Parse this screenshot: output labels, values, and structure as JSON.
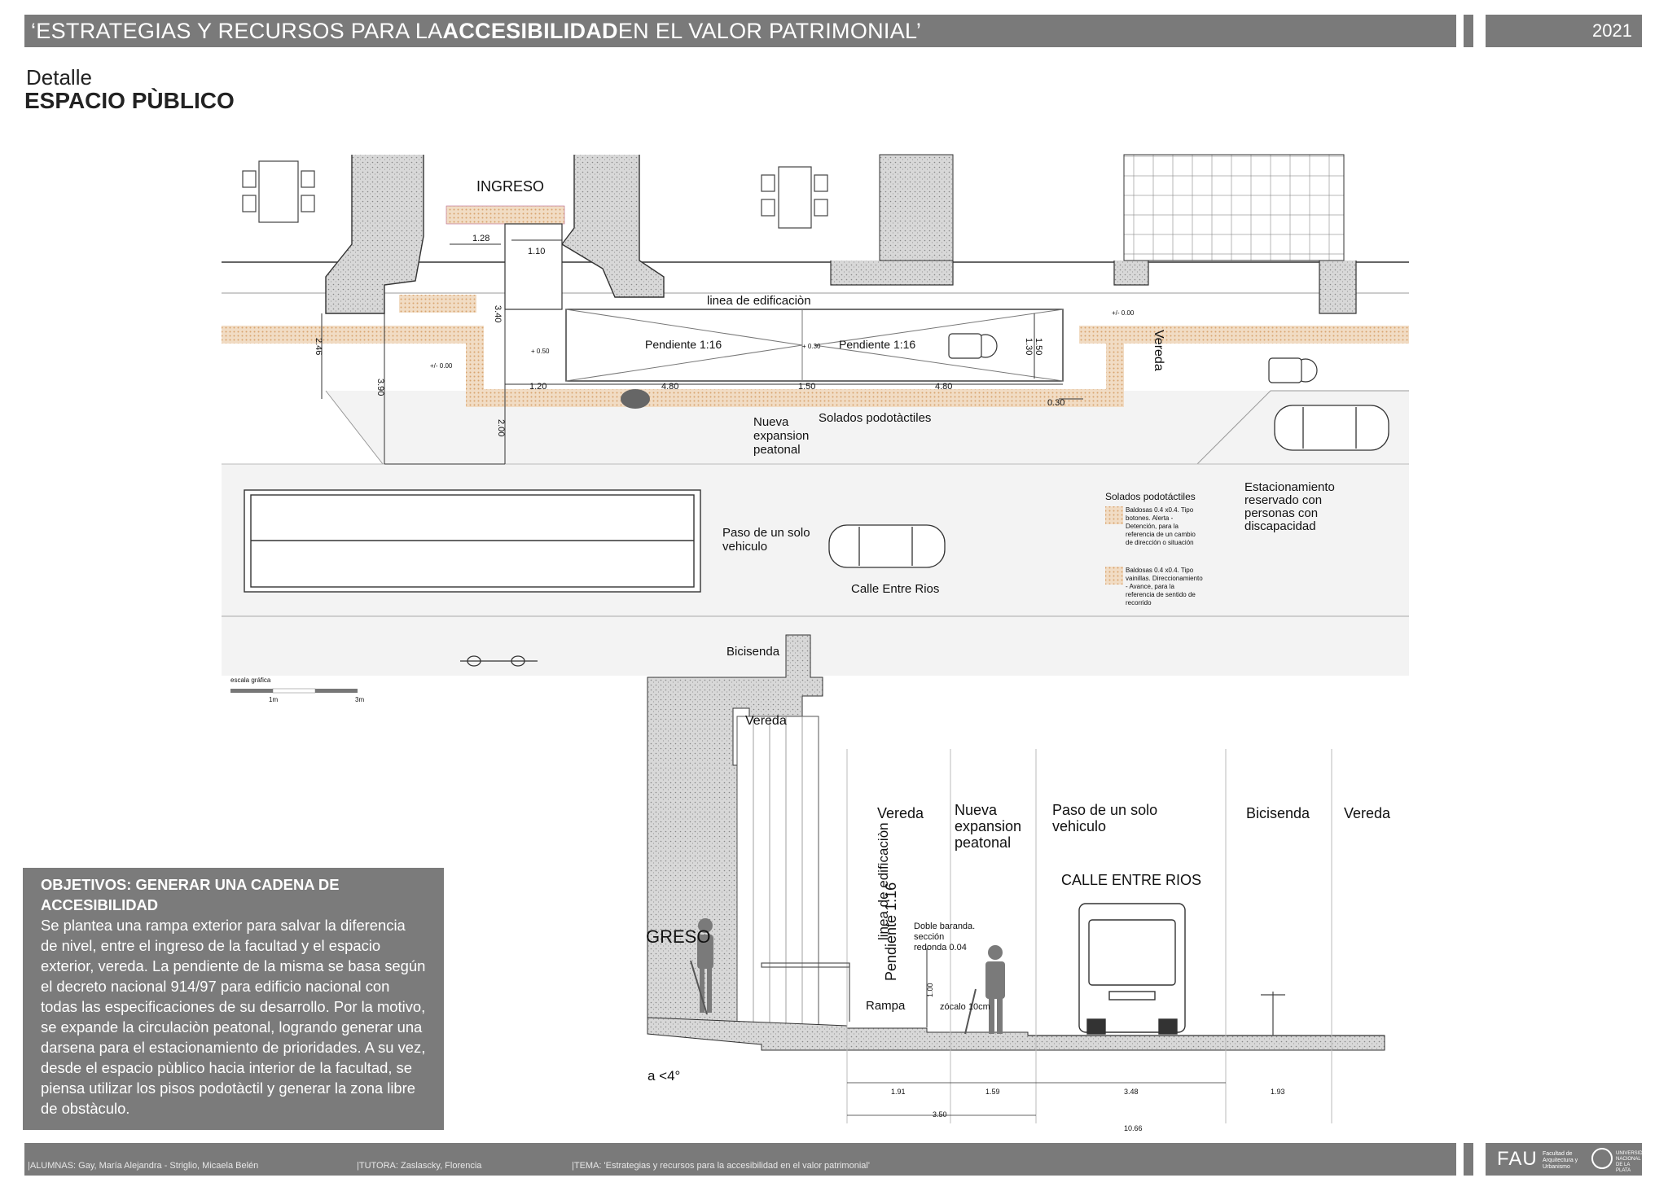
{
  "header": {
    "title_pre": "‘ESTRATEGIAS Y RECURSOS PARA LA ",
    "title_bold": "ACCESIBILIDAD",
    "title_post": " EN EL VALOR PATRIMONIAL’",
    "year": "2021",
    "subtitle": "Detalle",
    "heading": "ESPACIO PÙBLICO"
  },
  "plan": {
    "linea_edificacion": "linea de edificaciòn",
    "vereda": "Vereda",
    "pendiente_1": "Pendiente 1:16",
    "pendiente_2": "Pendiente 1:16",
    "nueva_expansion": [
      "Nueva",
      "expansion",
      "peatonal"
    ],
    "solados": "Solados podotàctiles",
    "paso": [
      "Paso de un solo",
      "vehiculo"
    ],
    "calle": "Calle Entre Rios",
    "bicisenda": "Bicisenda",
    "estacionamiento": [
      "Estacionamiento",
      "reservado con",
      "personas con",
      "discapacidad"
    ],
    "ingreso": "INGRESO",
    "dims": {
      "d128": "1.28",
      "d110": "1.10",
      "d340": "3.40",
      "d246": "2.46",
      "d390": "3.90",
      "d200": "2.00",
      "d120": "1.20",
      "d480a": "4.80",
      "d150": "1.50",
      "d480b": "4.80",
      "d030": "0.30",
      "d150v": "1.50",
      "d130v": "1.30"
    },
    "levels": {
      "l000a": "+/- 0.00",
      "l050": "+ 0.50",
      "l030": "+ 0.30",
      "l000b": "+/- 0.00"
    },
    "scale_title": "escala gráfica",
    "scale_1m": "1m",
    "scale_3m": "3m"
  },
  "legend": {
    "title": "Solados podotáctiles",
    "item1": [
      "Baldosas 0.4 x0.4. Tipo",
      "botones. Alerta -",
      "Detención, para la",
      "referencia de un cambio",
      "de dirección o situación"
    ],
    "item2": [
      "Baldosas 0.4 x0.4. Tipo",
      "vainillas. Direccionamiento",
      "-  Avance, para la",
      "referencia de sentido de",
      "recorrido"
    ]
  },
  "section": {
    "vereda_top": "Vereda",
    "linea_vertical": "linea de edificaciòn",
    "col_vereda": "Vereda",
    "col_nueva": [
      "Nueva",
      "expansion",
      "peatonal"
    ],
    "col_paso": [
      "Paso de un solo",
      "vehiculo"
    ],
    "col_bicisenda": "Bicisenda",
    "col_vereda2": "Vereda",
    "calle_bg": "CALLE ENTRE RIOS",
    "ingreso_bg": "GRESO",
    "pendiente_bg": "Pendiente 1:16",
    "baranda": [
      "Doble baranda.",
      "sección",
      "redonda 0.04"
    ],
    "rampa": "Rampa",
    "zocalo": "zócalo 10cm",
    "d100": "1.00",
    "slope": "a <4°",
    "dims": {
      "d191": "1.91",
      "d159": "1.59",
      "d348": "3.48",
      "d193": "1.93",
      "d350": "3.50",
      "d1066": "10.66"
    }
  },
  "objectives": {
    "title": "OBJETIVOS: GENERAR UNA CADENA DE ACCESIBILIDAD",
    "text": "Se plantea una rampa exterior para salvar la diferencia de nivel, entre el ingreso de la facultad y el espacio exterior, vereda. La pendiente de la misma se basa según el decreto nacional 914/97 para edificio nacional con todas las especificaciones de su desarrollo. Por la motivo, se expande la circulaciòn peatonal, logrando generar una darsena para el estacionamiento de prioridades. A su vez, desde el espacio pùblico hacia interior de la facultad, se piensa utilizar los pisos podotàctil y generar la zona libre de obstàculo."
  },
  "footer": {
    "alumnas": "|ALUMNAS: Gay, María Alejandra - Striglio, Micaela Belén",
    "tutora": "|TUTORA: Zaslascky, Florencia",
    "tema": "|TEMA: 'Estrategias y recursos para la accesibilidad en el valor patrimonial'",
    "fau": "FAU",
    "fau_sub": "Facultad de Arquitectura y Urbanismo",
    "unlp": "UNIVERSIDAD NACIONAL DE LA PLATA"
  },
  "colors": {
    "bar": "#7a7a7a",
    "tactile": "#e6b98a",
    "street": "#f2f2f2"
  }
}
